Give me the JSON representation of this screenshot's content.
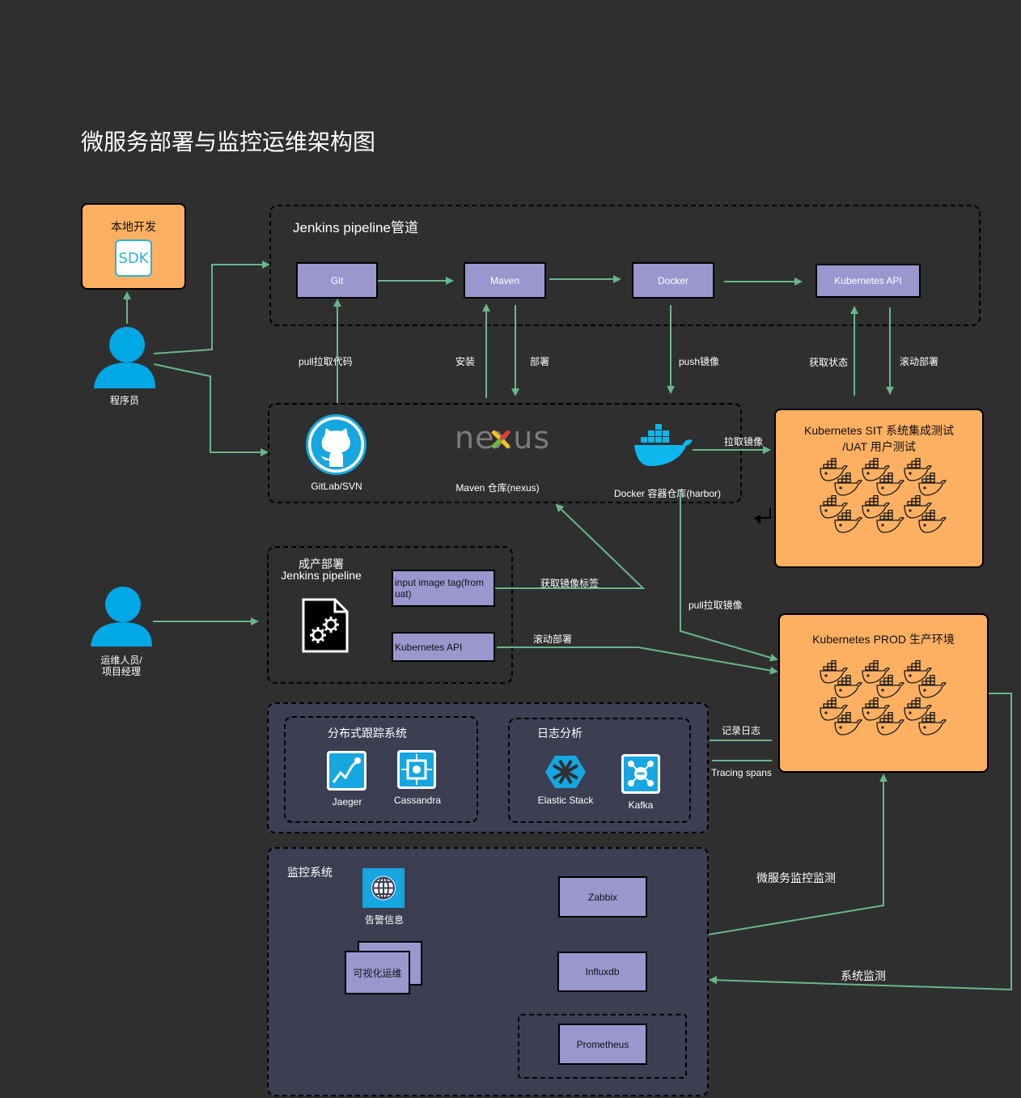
{
  "title": "微服务部署与监控运维架构图",
  "local_dev": {
    "label": "本地开发",
    "sdk_text": "SDK"
  },
  "programmer": {
    "label": "程序员"
  },
  "ops": {
    "label_line1": "运维人员/",
    "label_line2": "项目经理"
  },
  "pipeline": {
    "title": "Jenkins pipeline管道",
    "git": "Git",
    "maven": "Maven",
    "docker": "Docker",
    "k8s_api": "Kubernetes API"
  },
  "edges": {
    "pull_code": "pull拉取代码",
    "install": "安装",
    "deploy": "部署",
    "push_image": "push镜像",
    "get_status": "获取状态",
    "rolling_deploy": "滚动部署",
    "pull_image": "拉取镜像",
    "get_image_tag": "获取镜像标签",
    "rolling_deploy_2": "滚动部署",
    "pull_pull_image": "pull拉取镜像",
    "record_logs": "记录日志",
    "tracing_spans": "Tracing spans",
    "microservice_monitor": "微服务监控监测",
    "system_monitor": "系统监测"
  },
  "repos": {
    "gitlab": "GitLab/SVN",
    "nexus_logo": "nexus",
    "nexus": "Maven 仓库(nexus)",
    "harbor": "Docker 容器仓库(harbor)"
  },
  "sit": {
    "line1": "Kubernetes SIT 系统集成测试",
    "line2": "/UAT 用户测试"
  },
  "prod": {
    "title": "Kubernetes PROD 生产环境"
  },
  "prod_deploy": {
    "title_line1": "成产部署",
    "title_line2": "Jenkins pipeline",
    "input_tag": "input image tag(from uat)",
    "k8s_api": "Kubernetes API"
  },
  "tracing": {
    "title": "分布式跟踪系统",
    "jaeger": "Jaeger",
    "cassandra": "Cassandra"
  },
  "logging": {
    "title": "日志分析",
    "elastic": "Elastic Stack",
    "kafka": "Kafka"
  },
  "monitoring": {
    "title": "监控系统",
    "alert": "告警信息",
    "visual_ops": "可视化运维",
    "zabbix": "Zabbix",
    "influxdb": "Influxdb",
    "prometheus": "Prometheus"
  },
  "colors": {
    "background": "#2f2f2f",
    "arrow": "#67b78a",
    "purple_box": "#9a97cf",
    "orange_box": "#fdb062",
    "person": "#00a8e6",
    "dark_panel": "#3c3e52"
  }
}
